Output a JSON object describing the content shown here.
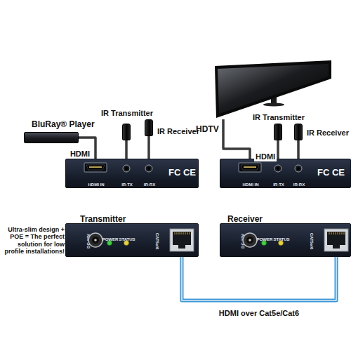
{
  "diagram": {
    "nodes": [
      {
        "text": [
          "BluRay® Player"
        ]
      },
      {
        "text": [
          "IR Transmitter"
        ]
      },
      {
        "text": [
          "IR Receiver"
        ]
      },
      {
        "text": [
          "HDMI IN",
          "IR-TX",
          "IR-RX",
          "FC CE"
        ]
      },
      {
        "text": [
          "HDTV"
        ]
      },
      {
        "text": [
          "IR Transmitter"
        ]
      },
      {
        "text": [
          "IR Receiver"
        ]
      },
      {
        "text": [
          "HDMI IN",
          "IR-TX",
          "IR-RX",
          "FC CE"
        ]
      },
      {
        "text": [
          "Transmitter",
          "DC 12V",
          "POWER",
          "STATUS",
          "CAT5e/6"
        ]
      },
      {
        "text": [
          "Receiver",
          "DC 12V",
          "POWER",
          "STATUS",
          "CAT5e/6"
        ]
      }
    ],
    "edges": [
      {
        "from": 0,
        "to": 3,
        "arrow": "none",
        "label": "HDMI"
      },
      {
        "from": 1,
        "to": 3,
        "arrow": "none"
      },
      {
        "from": 2,
        "to": 3,
        "arrow": "none"
      },
      {
        "from": 4,
        "to": 7,
        "arrow": "none",
        "label": "HDMI"
      },
      {
        "from": 5,
        "to": 7,
        "arrow": "none"
      },
      {
        "from": 6,
        "to": 7,
        "arrow": "none"
      },
      {
        "from": 8,
        "to": 9,
        "arrow": "none",
        "label": "HDMI over Cat5e/Cat6"
      }
    ],
    "labels": [
      "Ultra-slim design + POE = The perfect solution for low profile installations!"
    ]
  }
}
